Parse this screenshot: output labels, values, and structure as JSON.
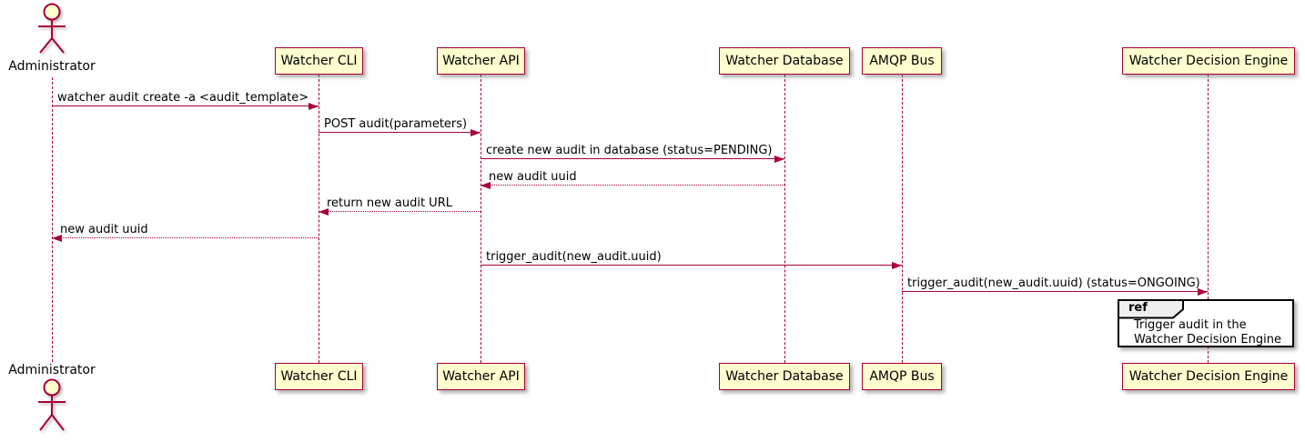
{
  "diagram": {
    "type": "sequence",
    "actor": {
      "name": "Administrator"
    },
    "participants": [
      {
        "label": "Watcher CLI"
      },
      {
        "label": "Watcher API"
      },
      {
        "label": "Watcher Database"
      },
      {
        "label": "AMQP Bus"
      },
      {
        "label": "Watcher Decision Engine"
      }
    ],
    "messages": [
      {
        "from": "Administrator",
        "to": "Watcher CLI",
        "label": "watcher audit create -a <audit_template>",
        "line": "solid",
        "direction": "right"
      },
      {
        "from": "Watcher CLI",
        "to": "Watcher API",
        "label": "POST audit(parameters)",
        "line": "solid",
        "direction": "right"
      },
      {
        "from": "Watcher API",
        "to": "Watcher Database",
        "label": "create new audit in database (status=PENDING)",
        "line": "solid",
        "direction": "right"
      },
      {
        "from": "Watcher Database",
        "to": "Watcher API",
        "label": "new audit uuid",
        "line": "dotted",
        "direction": "left"
      },
      {
        "from": "Watcher API",
        "to": "Watcher CLI",
        "label": "return new audit URL",
        "line": "dotted",
        "direction": "left"
      },
      {
        "from": "Watcher CLI",
        "to": "Administrator",
        "label": "new audit uuid",
        "line": "dotted",
        "direction": "left"
      },
      {
        "from": "Watcher API",
        "to": "AMQP Bus",
        "label": "trigger_audit(new_audit.uuid)",
        "line": "solid",
        "direction": "right"
      },
      {
        "from": "AMQP Bus",
        "to": "Watcher Decision Engine",
        "label": "trigger_audit(new_audit.uuid) (status=ONGOING)",
        "line": "solid",
        "direction": "right"
      }
    ],
    "ref": {
      "keyword": "ref",
      "over": "Watcher Decision Engine",
      "line1": "Trigger audit in the",
      "line2": "Watcher Decision Engine"
    },
    "colors": {
      "participant_fill": "#FEFECE",
      "stroke": "#A80036",
      "ref_header_fill": "#EEEEEE",
      "ref_border": "#000000",
      "text": "#000000"
    }
  }
}
